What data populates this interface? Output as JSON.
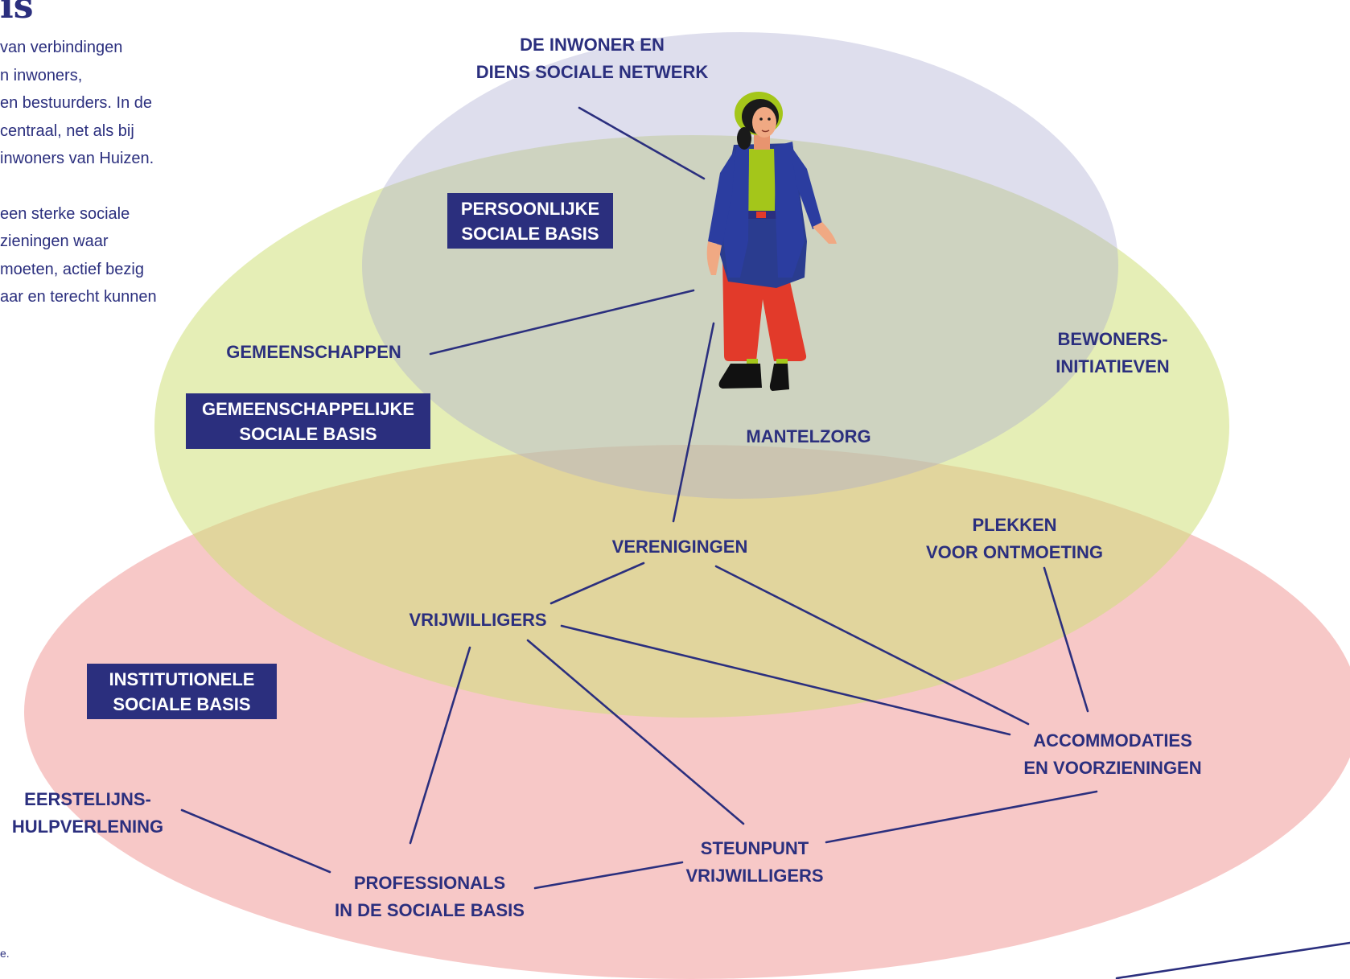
{
  "page_title_fragment": "is",
  "intro": {
    "paragraph1": [
      "van verbindingen",
      "n inwoners,",
      "en bestuurders. In de",
      "centraal, net als bij",
      "inwoners van Huizen."
    ],
    "paragraph2": [
      "een sterke sociale",
      "zieningen waar",
      "moeten, actief bezig",
      "aar en terecht kunnen"
    ]
  },
  "footnote": "e.",
  "colors": {
    "navy": "#2b2f7e",
    "persoonlijk_ellipse": "#b8b7d6",
    "gemeenschappelijk_ellipse": "#cfe07a",
    "institutioneel_ellipse": "#ef918f"
  },
  "boxes": {
    "persoonlijk": [
      "PERSOONLIJKE",
      "SOCIALE BASIS"
    ],
    "gemeenschappelijk": [
      "GEMEENSCHAPPELIJKE",
      "SOCIALE BASIS"
    ],
    "institutioneel": [
      "INSTITUTIONELE",
      "SOCIALE BASIS"
    ]
  },
  "labels": {
    "inwoner": [
      "DE INWONER EN",
      "DIENS SOCIALE NETWERK"
    ],
    "gemeenschappen": [
      "GEMEENSCHAPPEN"
    ],
    "mantelzorg": [
      "MANTELZORG"
    ],
    "bewoners": [
      "BEWONERS-",
      "INITIATIEVEN"
    ],
    "verenigingen": [
      "VERENIGINGEN"
    ],
    "plekken": [
      "PLEKKEN",
      "VOOR ONTMOETING"
    ],
    "vrijwilligers": [
      "VRIJWILLIGERS"
    ],
    "accommodaties": [
      "ACCOMMODATIES",
      "EN VOORZIENINGEN"
    ],
    "eerstelijns": [
      "EERSTELIJNS-",
      "HULPVERLENING"
    ],
    "steunpunt": [
      "STEUNPUNT",
      "VRIJWILLIGERS"
    ],
    "professionals": [
      "PROFESSIONALS",
      "IN DE SOCIALE BASIS"
    ]
  }
}
